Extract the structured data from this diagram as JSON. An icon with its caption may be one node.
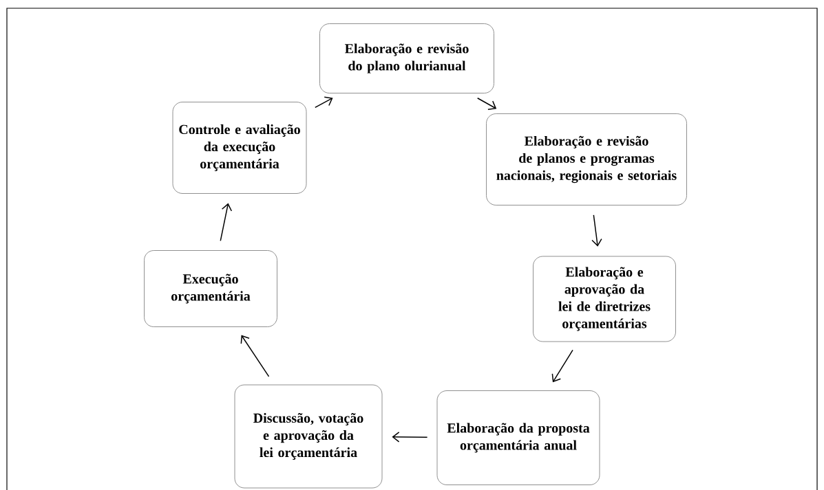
{
  "diagram": {
    "nodes": [
      {
        "text": [
          "Elaboração e revisão do plano olurianual"
        ]
      },
      {
        "text": [
          "Elaboração e revisão de planos e programas nacionais, regionais  e setoriais"
        ]
      },
      {
        "text": [
          "Elaboração e aprovação da lei de diretrizes orçamentárias"
        ]
      },
      {
        "text": [
          "Elaboração da proposta orçamentária anual"
        ]
      },
      {
        "text": [
          "Discussão, votação e aprovação da lei orçamentária"
        ]
      },
      {
        "text": [
          "Execução orçamentária"
        ]
      },
      {
        "text": [
          "Controle e avaliação da execução orçamentária"
        ]
      }
    ],
    "edges": [
      {
        "from": 0,
        "to": 1,
        "arrow": "to"
      },
      {
        "from": 1,
        "to": 2,
        "arrow": "to"
      },
      {
        "from": 2,
        "to": 3,
        "arrow": "to"
      },
      {
        "from": 3,
        "to": 4,
        "arrow": "to"
      },
      {
        "from": 4,
        "to": 5,
        "arrow": "to"
      },
      {
        "from": 5,
        "to": 6,
        "arrow": "to"
      },
      {
        "from": 6,
        "to": 0,
        "arrow": "to"
      }
    ]
  }
}
